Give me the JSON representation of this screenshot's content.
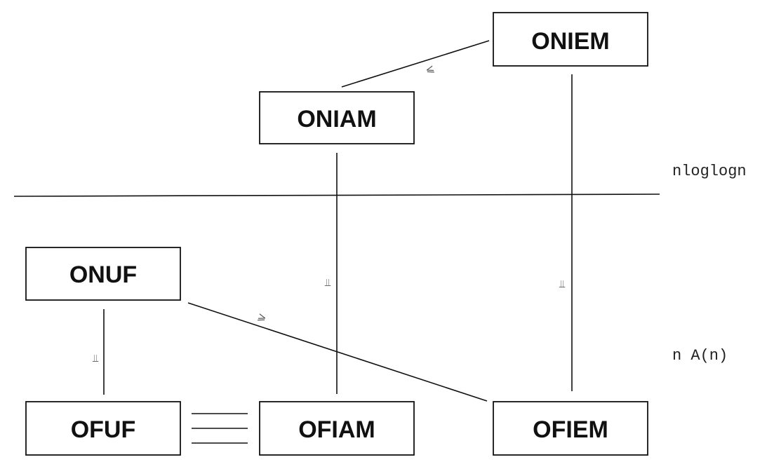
{
  "nodes": {
    "oniem": "ONIEM",
    "oniam": "ONIAM",
    "onuf": "ONUF",
    "ofuf": "OFUF",
    "ofiam": "OFIAM",
    "ofiem": "OFIEM"
  },
  "relations": {
    "oniam_oniem": "⩽",
    "onuf_ofuf": "⫫",
    "oniam_ofiam": "⫫",
    "oniem_ofiem": "⫫",
    "onuf_ofiem": "⩾"
  },
  "boundaries": {
    "upper": "nloglogn",
    "lower": "n A(n)"
  }
}
